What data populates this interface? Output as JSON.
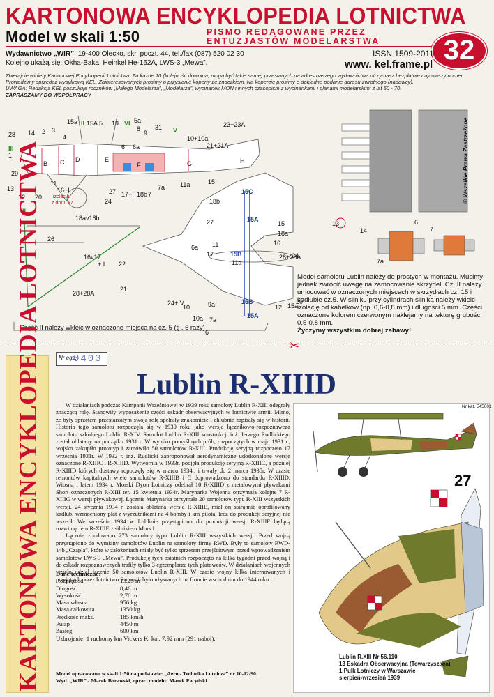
{
  "header": {
    "title": "KARTONOWA ENCYKLOPEDIA LOTNICTWA",
    "model_scale": "Model w skali 1:50",
    "pismo_line1": "PISMO REDAGOWANE PRZEZ",
    "pismo_line2": "ENTUZJASTÓW MODELARSTWA",
    "issue_number": "32",
    "publisher_line1_bold": "Wydawnictwo „WIR”",
    "publisher_line1_rest": ", 19-400 Olecko, skr. poczt. 44, tel./fax (087) 520 02 30",
    "publisher_line2": "Kolejno ukażą się: Okha-Baka, Heinkel He-162A, LWS-3 „Mewa”.",
    "issn": "ISSN 1509-2011",
    "website": "www. kel.frame.pl"
  },
  "notice": {
    "text": "Zbierajcie winiety Kartonowej Encyklopedii Lotnictwa. Za każde 10 (kolejność dowolna, mogą być takie same) przesłanych na adres naszego wydawnictwa otrzymasz bezpłatnie najnowszy numer. Prowadzimy sprzedaż wysyłkową KEL. Zainteresowanych prosimy o przysłanie koperty ze znaczkiem. Na kopercie prosimy o dokładne podanie adresu zwrotnego (nadawcy).",
    "uwaga": "UWAGA: Redakcja KEL poszukuje roczników „Małego Modelarza”, „Modelarza”, wycinanek MON i innych czasopism z wycinankami i planami modelarskimi z lat 50 - 70.",
    "zapraszamy": "ZAPRASZAMY DO WSPÓŁPRACY"
  },
  "sheet": {
    "copyright": "© Wszelkie Prawa Zastrzeżone",
    "labels_black": [
      "28",
      "14",
      "2",
      "3",
      "4",
      "15a",
      "15A",
      "5",
      "19",
      "5a",
      "8",
      "9",
      "31",
      "23+23A",
      "10+10a",
      "21+21A",
      "1",
      "A",
      "B",
      "C",
      "D",
      "E",
      "F",
      "G",
      "H",
      "6",
      "6a",
      "29",
      "11",
      "13",
      "12",
      "20",
      "16+I",
      "27",
      "24",
      "17+I",
      "18b",
      "7",
      "7a",
      "11a",
      "15",
      "izolacja",
      "z drutu x7",
      "18av18b",
      "26",
      "16v17",
      "+ I",
      "22",
      "21",
      "28+28A",
      "24+IV",
      "10",
      "10a",
      "9a",
      "7a",
      "6",
      "6a",
      "11",
      "17",
      "11a",
      "27",
      "18b",
      "15",
      "18a",
      "16",
      "28+28A",
      "24",
      "12",
      "15a",
      "20",
      "13",
      "14",
      "6",
      "7",
      "7a",
      "6a"
    ],
    "labels_green": [
      "III",
      "II",
      "VI",
      "V",
      "II"
    ],
    "labels_blue": [
      "15C",
      "15A",
      "15B",
      "15B",
      "15A"
    ],
    "montaz_text": "Model samolotu Lublin należy do prostych w montażu. Musimy jednak zwrócić uwagę na zamocowanie skrzydeł. Cz. II należy umocować w oznaczonych miejscach w skrzydłach cz. 15 i kadłubie cz.5. W silniku przy cylindrach silnika należy wkleić izolację od kabelków (np. 0,6-0,8 mm) i długości 5 mm. Części oznaczone kolorem czerwonym naklejamy na tekturę grubości 0,5-0,8 mm.",
    "montaz_bold": "Życzymy wszystkim dobrej zabawy!",
    "czesc_text": "Część II należy wkleić w oznaczone miejsca na cz. 5 (tj . 6 razy)"
  },
  "lower": {
    "spine": "KARTONOWA ENCYKLOPEDIA LOTNICTWA",
    "serial_label": "Nr egz.",
    "serial_number": "0403",
    "title": "Lublin R-XIIID",
    "paragraphs": [
      "W działaniach podczas Kampanii Wrześniowej w 1939 roku samoloty Lublin R-XIII odegrały znaczącą rolę. Stanowiły wyposażenie części eskadr obserwacyjnych w lotnictwie armii. Mimo, że były sprzętem przestarzałym swoją rolę spełniły znakomicie i chlubnie zapisały się w historii. Historia tego samolotu rozpoczęła się w 1930 roku jako wersja łącznikowo-rozpoznawcza samolotu szkolnego Lublin R-XIV. Samolot Lublin R-XIII konstrukcji inż. Jerzego Rudlickiego został oblatany na początku 1931 r. W wyniku pomyślnych prób, rozpoczętych w maju 1931 r., wojsko zakupiło prototyp i zamówiło 50 samolotów R-XIII. Produkcję seryjną rozpoczęto 17 września 1931r. W 1932 r. inż. Rudlicki zaproponował aerodynamiczne udoskonalone wersje oznaczone R-XIIIC i R-XIIID. Wytwórnia w 1933r. podjęła produkcję seryjną R-XIIIC, a później R-XIIID których dostawy ropoczęły się w marcu 1934r. i trwały do 2 marca 1935r. W czasie remontów kapitalnych wiele samolotów R-XIIIB i C doprowadzono do standardu R-XIIID. Wiosną i latem 1934 r. Morski Dyon Lotniczy odebrał 10 R-XIIID z metalowymi pływakami Short oznaczonych R-XIII ter. 15 kwietnia 1934r. Marynarka Wojenna otrzymała kolejne 7 R-XIIIG w wersji pływakowej. Łącznie Marynarka otrzymała 20 samolotów typu R-XIII wszystkich wersji. 24 stycznia 1934 r. została oblatana wersja R-XIIIE, miał on starannie oprofilowany kadłub, wzmocniony płat z wyrzutnikami na 4 bomby i km pilota, lecz do produkcji seryjnej nie wszedł. We wrześniu 1934 w Lublinie przystąpiono do produkcji wersji R-XIIIF będącą rozwinięciem R-XIIIE z silnikiem Mors I.",
      "Łącznie zbudowano 273 samoloty typu Lublin R-XIII wszystkich wersji. Przed wojną przystąpiono do wymiany samolotów Lublin na samoloty firmy RWD. Były to samoloty RWD-14b „Czapla”, które w założeniach miały być tylko sprzętem przejściowym przed wprowadzeniem samolotów LWS-3 „Mewa”. Produkcję tych ostatnich rozpoczęto na kilka tygodni przed wojną i do eskadr rozpoznawczych trafiły tylko 3 egzemplarze tych płatowców. W działaniach wojennych wzięło udział łącznie 50 samolotów Lublin R-XIII. W czasie wojny kilka internowanych i przejętych przez lotnictwo Rumunii było używanych na froncie wschodnim do 1944 roku."
    ],
    "tech_header": "Dane techniczne:",
    "tech_rows": [
      [
        "Rozpiętość",
        "13,25 m"
      ],
      [
        "Długość",
        "8,46 m"
      ],
      [
        "Wysokość",
        "2,76 m"
      ],
      [
        "Masa własna",
        "956 kg"
      ],
      [
        "Masa całkowita",
        "1350 kg"
      ],
      [
        "Prędkość maks.",
        "185 km/h"
      ],
      [
        "Pułap",
        "4450 m"
      ],
      [
        "Zasięg",
        "600 km"
      ]
    ],
    "tech_armament": "Uzbrojenie: 1 ruchomy km Vickers K, kal. 7,92 mm (291 naboi).",
    "footer_line1": "Model opracowano w skali 1:50 na podstawie: „Aero - Technika Lotnicza” nr 10-12/90.",
    "footer_line2": "Wyd. „WIR” - Marek Borawski, oprac. modelu: Marek Pacyński",
    "kat_nr": "Nr kat. 545001",
    "aircraft_number": "27",
    "caption_line1": "Lublin R.XIII   Nr 56.110",
    "caption_line2": "13 Eskadra Obserwacyjna (Towarzysząca)",
    "caption_line3": "1 Pułk Lotniczy w Warszawie",
    "caption_line4": "sierpień-wrzesień 1939"
  },
  "colors": {
    "brand_red": "#c8102e",
    "title_blue": "#1c2e6e",
    "spine_yellow": "#f4e2a0",
    "camo_olive": "#6f7a2c",
    "camo_brown": "#9a5a32",
    "camo_sand": "#e2c98a",
    "underside_blue": "#b9c6d8"
  },
  "icons": [
    "scissors-icon",
    "checkerboard-insignia-icon"
  ]
}
